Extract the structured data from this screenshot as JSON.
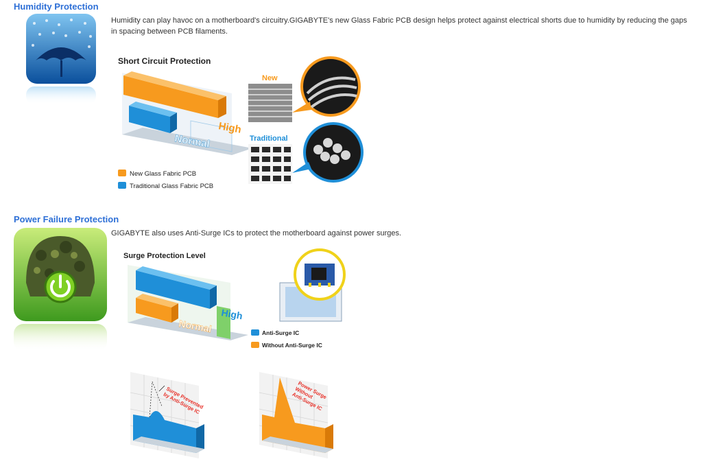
{
  "humidity": {
    "title": "Humidity Protection",
    "description": "Humidity can play havoc on a motherboard's circuitry.GIGABYTE's new Glass Fabric PCB design helps protect against electrical shorts due to humidity by reducing the gaps in spacing between PCB filaments.",
    "icon": "umbrella-rain-icon",
    "figure": {
      "title": "Short Circuit Protection",
      "bar_high": "High",
      "bar_normal": "Normal",
      "legend": [
        "New Glass Fabric PCB",
        "Traditional Glass Fabric PCB"
      ],
      "weave_new": "New",
      "weave_traditional": "Traditional"
    }
  },
  "power": {
    "title": "Power Failure Protection",
    "description": "GIGABYTE also uses Anti-Surge ICs to protect the motherboard against power surges.",
    "icon": "power-helmet-icon",
    "figure": {
      "title": "Surge Protection Level",
      "bar_high": "High",
      "bar_normal": "Normal",
      "legend": [
        "Anti-Surge IC",
        "Without Anti-Surge IC"
      ],
      "graph_left_label": [
        "Surge Prevented",
        "by Anti-Surge IC"
      ],
      "graph_right_label": [
        "Power Surge",
        "Without",
        "Anti-Surge IC"
      ]
    }
  },
  "colors": {
    "title_blue": "#2d6fd6",
    "orange": "#f79a1e",
    "blue": "#1f8fd8",
    "green": "#5cc04a"
  }
}
